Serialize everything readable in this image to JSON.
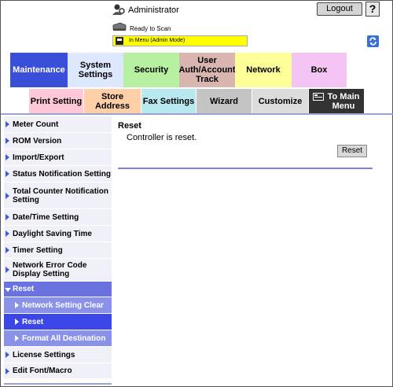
{
  "header": {
    "user_label": "Administrator",
    "logout_label": "Logout",
    "help_label": "?",
    "status_text": "Ready to Scan",
    "mode_text": "In Menu (Admin Mode)"
  },
  "tabs": [
    {
      "label": "Maintenance",
      "bg": "#3a4fd8",
      "fg": "#ffffff",
      "active": true
    },
    {
      "label": "System Settings",
      "bg": "#dde8ff",
      "fg": "#000000"
    },
    {
      "label": "Security",
      "bg": "#b6f0a0",
      "fg": "#000000"
    },
    {
      "label": "User Auth/Account Track",
      "bg": "#d9b5b0",
      "fg": "#000000"
    },
    {
      "label": "Network",
      "bg": "#ffff99",
      "fg": "#000000"
    },
    {
      "label": "Box",
      "bg": "#f4c4f4",
      "fg": "#000000"
    }
  ],
  "subtabs": [
    {
      "label": "Print Setting",
      "bg": "#ffc8d8"
    },
    {
      "label": "Store Address",
      "bg": "#ffd0a8"
    },
    {
      "label": "Fax Settings",
      "bg": "#b8e8f0"
    },
    {
      "label": "Wizard",
      "bg": "#c4c4c4"
    },
    {
      "label": "Customize",
      "bg": "#dcdcdc"
    },
    {
      "label": "To Main Menu",
      "bg": "#333333"
    }
  ],
  "sidebar": {
    "items": [
      {
        "label": "Meter Count"
      },
      {
        "label": "ROM Version"
      },
      {
        "label": "Import/Export"
      },
      {
        "label": "Status Notification Setting"
      },
      {
        "label": "Total Counter Notification Setting"
      },
      {
        "label": "Date/Time Setting"
      },
      {
        "label": "Daylight Saving Time"
      },
      {
        "label": "Timer Setting"
      },
      {
        "label": "Network Error Code Display Setting"
      },
      {
        "label": "Reset"
      },
      {
        "label": "Network Setting Clear"
      },
      {
        "label": "Reset"
      },
      {
        "label": "Format All Destination"
      },
      {
        "label": "License Settings"
      },
      {
        "label": "Edit Font/Macro"
      }
    ]
  },
  "main": {
    "title": "Reset",
    "message": "Controller is reset.",
    "reset_button": "Reset"
  },
  "colors": {
    "accent": "#3a4fd8",
    "sidebar_bg": "#f0f0f8",
    "sidebar_open": "#6a72e0",
    "sidebar_sub": "#8a92e8",
    "mode_bar": "#ffff00"
  }
}
